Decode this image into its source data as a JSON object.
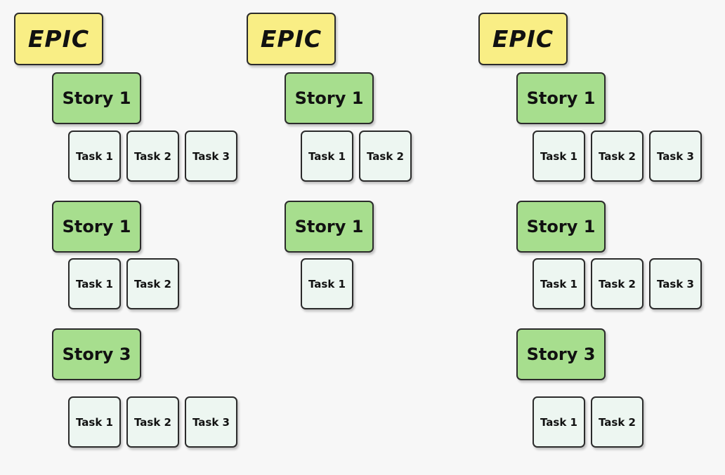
{
  "canvas": {
    "background": "#f7f7f7"
  },
  "colors": {
    "epic_fill": "#f9ee85",
    "story_fill": "#a7de8e",
    "task_fill": "#edf6f1",
    "border": "#2b2b2b",
    "text": "#111111"
  },
  "columns": [
    {
      "epic_label": "EPIC",
      "groups": [
        {
          "story_label": "Story 1",
          "tasks": [
            "Task 1",
            "Task 2",
            "Task 3"
          ]
        },
        {
          "story_label": "Story 1",
          "tasks": [
            "Task 1",
            "Task 2"
          ]
        },
        {
          "story_label": "Story 3",
          "tasks": [
            "Task 1",
            "Task 2",
            "Task 3"
          ]
        }
      ]
    },
    {
      "epic_label": "EPIC",
      "groups": [
        {
          "story_label": "Story 1",
          "tasks": [
            "Task 1",
            "Task 2"
          ]
        },
        {
          "story_label": "Story 1",
          "tasks": [
            "Task 1"
          ]
        }
      ]
    },
    {
      "epic_label": "EPIC",
      "groups": [
        {
          "story_label": "Story 1",
          "tasks": [
            "Task 1",
            "Task 2",
            "Task 3"
          ]
        },
        {
          "story_label": "Story 1",
          "tasks": [
            "Task 1",
            "Task 2",
            "Task 3"
          ]
        },
        {
          "story_label": "Story 3",
          "tasks": [
            "Task 1",
            "Task 2"
          ]
        }
      ]
    }
  ]
}
